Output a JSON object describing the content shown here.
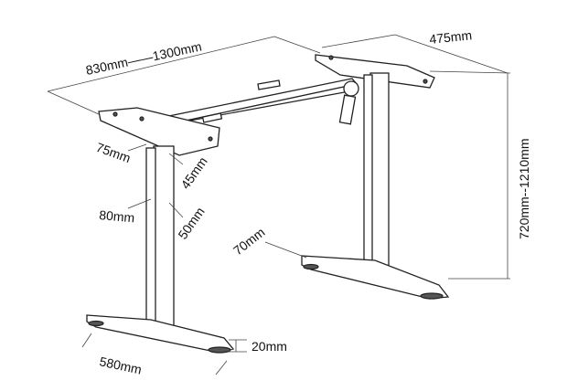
{
  "diagram": {
    "dimensions": {
      "width_range": "830mm——1300mm",
      "depth": "475mm",
      "height_range": "720mm--1210mm",
      "outer_column_width": "75mm",
      "outer_column_depth": "45mm",
      "inner_column_width": "80mm",
      "inner_column_depth": "50mm",
      "foot_height_offset": "70mm",
      "foot_thickness": "20mm",
      "foot_length": "580mm"
    }
  }
}
